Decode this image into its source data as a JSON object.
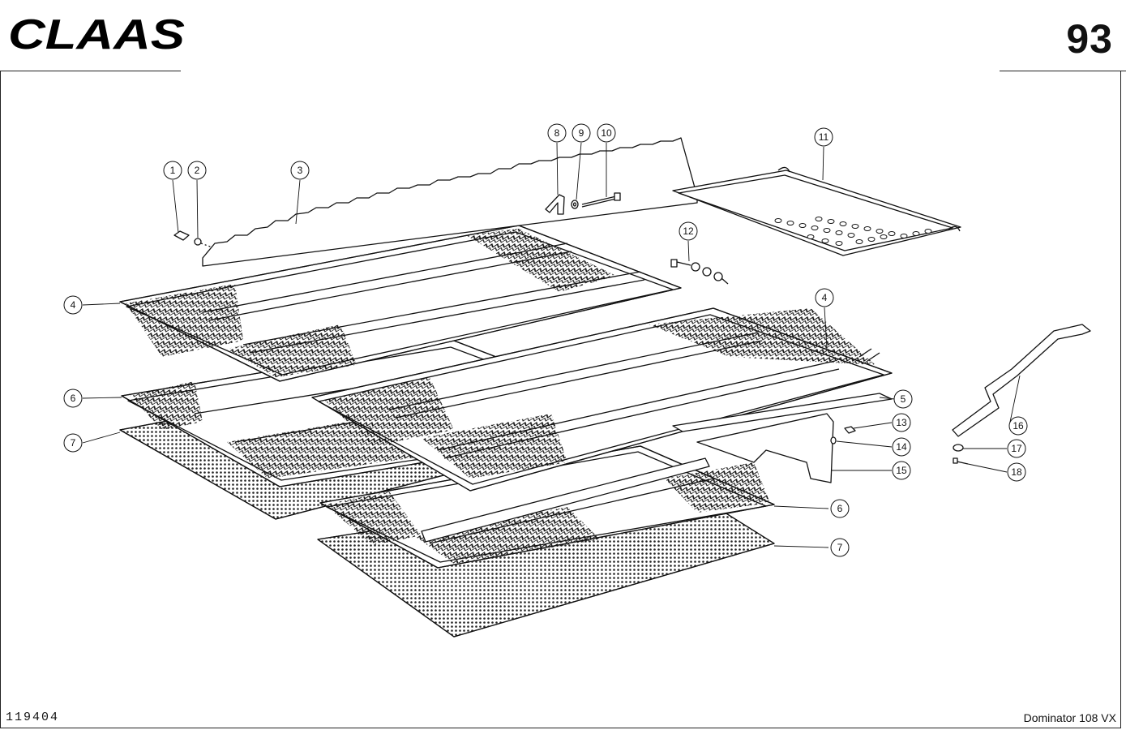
{
  "header": {
    "brand": "CLAAS",
    "page_number": "93"
  },
  "footer": {
    "drawing_number": "119404",
    "model": "Dominator 108 VX"
  },
  "callouts": [
    "1",
    "2",
    "3",
    "4",
    "4",
    "5",
    "6",
    "6",
    "7",
    "7",
    "8",
    "9",
    "10",
    "11",
    "12",
    "13",
    "14",
    "15",
    "16",
    "17",
    "18"
  ]
}
